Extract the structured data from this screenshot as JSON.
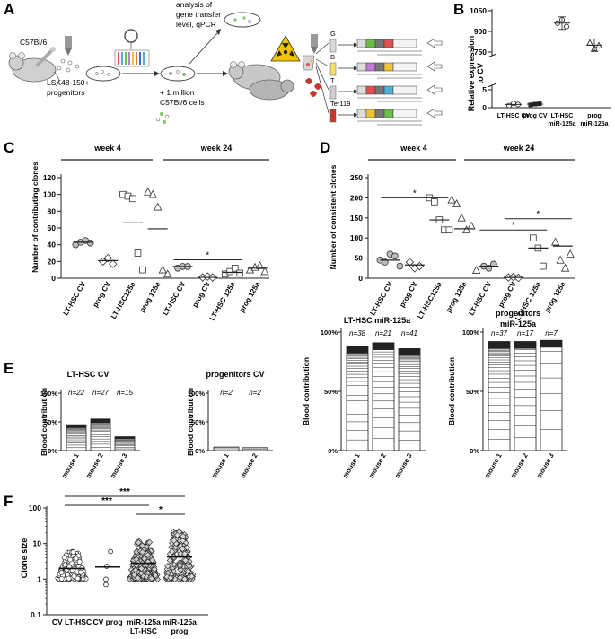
{
  "panels": {
    "A": {
      "letter": "A",
      "mouse_strain": "C57Bl/6",
      "cells_label_1": "LSK48-150+",
      "cells_label_2": "progenitors",
      "analysis_1": "analysis of",
      "analysis_2": "gene transfer",
      "analysis_3": "level, qPCR",
      "add_cells": "+ 1 million",
      "add_cells_2": "C57Bl/6 cells",
      "lineages": [
        "G",
        "B",
        "T",
        "Ter119"
      ],
      "vector_colors": [
        "#6abf4b",
        "#c17ad6",
        "#e05252",
        "#f0c23a",
        "#4fb0d9"
      ]
    },
    "B": {
      "letter": "B",
      "ylabel_1": "Relative expression",
      "ylabel_2": "to CV",
      "yticks": [
        "1050",
        "900",
        "750",
        "5",
        "0"
      ],
      "categories": [
        "LT-HSC CV",
        "prog CV",
        "LT-HSC miR-125a",
        "prog miR-125a"
      ]
    },
    "C": {
      "letter": "C",
      "ylabel": "Number of contributing clones",
      "week4": "week 4",
      "week24": "week 24",
      "yticks": [
        "120",
        "100",
        "80",
        "60",
        "40",
        "20",
        "0"
      ],
      "categories": [
        "LT-HSC CV",
        "prog CV",
        "LT-HSC125a",
        "prog 125a",
        "LT-HSC CV",
        "prog CV",
        "LT-HSC 125a",
        "prog 125a"
      ],
      "star": "*"
    },
    "D": {
      "letter": "D",
      "ylabel": "Number of consistent clones",
      "week4": "week 4",
      "week24": "week 24",
      "yticks": [
        "250",
        "200",
        "150",
        "100",
        "50",
        "0"
      ],
      "categories": [
        "LT-HSC CV",
        "prog CV",
        "LT-HSC125a",
        "prog 125a",
        "LT-HSC CV",
        "prog CV",
        "LT-HSC 125a",
        "prog 125a"
      ],
      "star": "*"
    },
    "E": {
      "letter": "E",
      "ylabel": "Blood contribution",
      "yticks": [
        "100%",
        "50%",
        "0%"
      ],
      "groups": [
        {
          "title": "LT-HSC CV",
          "title2": "",
          "mice": [
            "mouse 1",
            "mouse 2",
            "mouse 3"
          ],
          "n": [
            "n=22",
            "n=27",
            "n=15"
          ]
        },
        {
          "title": "progenitors CV",
          "title2": "",
          "mice": [
            "mouse 1",
            "mouse 2"
          ],
          "n": [
            "n=2",
            "n=2"
          ]
        },
        {
          "title": "LT-HSC miR-125a",
          "title2": "",
          "mice": [
            "mouse 1",
            "mouse 2",
            "mouse 3"
          ],
          "n": [
            "n=38",
            "n=21",
            "n=41"
          ]
        },
        {
          "title": "progenitors",
          "title2": "miR-125a",
          "mice": [
            "mouse 1",
            "mouse 2",
            "mouse 3"
          ],
          "n": [
            "n=37",
            "n=17",
            "n=7"
          ]
        }
      ]
    },
    "F": {
      "letter": "F",
      "ylabel": "Clone size",
      "yticks": [
        "100",
        "10",
        "1",
        "0.1"
      ],
      "categories": [
        {
          "l1": "CV LT-HSC",
          "l2": ""
        },
        {
          "l1": "CV prog",
          "l2": ""
        },
        {
          "l1": "miR-125a",
          "l2": "LT-HSC"
        },
        {
          "l1": "miR-125a",
          "l2": "prog"
        }
      ],
      "sig": [
        "***",
        "***",
        "*"
      ]
    }
  },
  "chart_data": [
    {
      "panel": "B",
      "type": "scatter",
      "ylabel": "Relative expression to CV",
      "categories": [
        "LT-HSC CV",
        "prog CV",
        "LT-HSC miR-125a",
        "prog miR-125a"
      ],
      "values": [
        [
          0.6,
          1.2,
          0.9
        ],
        [
          0.8,
          1.0,
          1.1
        ],
        [
          960,
          985,
          935
        ],
        [
          820,
          780,
          800
        ]
      ],
      "means": [
        0.9,
        1.0,
        960,
        800
      ],
      "y_breaks": [
        "0-5",
        "750-1050"
      ]
    },
    {
      "panel": "C",
      "type": "scatter",
      "ylabel": "Number of contributing clones",
      "ylim": [
        0,
        120
      ],
      "groups": [
        "week 4",
        "week 24"
      ],
      "categories": [
        "LT-HSC CV",
        "prog CV",
        "LT-HSC125a",
        "prog 125a",
        "LT-HSC CV",
        "prog CV",
        "LT-HSC 125a",
        "prog 125a"
      ],
      "values": [
        [
          40,
          43,
          45,
          42
        ],
        [
          20,
          24,
          17
        ],
        [
          100,
          98,
          95,
          30,
          10
        ],
        [
          103,
          100,
          85,
          10,
          5
        ],
        [
          12,
          14,
          14
        ],
        [
          1,
          2,
          1
        ],
        [
          5,
          8,
          12,
          6
        ],
        [
          10,
          13,
          15,
          8
        ]
      ],
      "means": [
        43,
        21,
        66,
        59,
        14,
        1,
        7,
        12
      ],
      "significance": [
        {
          "between": [
            4,
            6
          ],
          "label": "*",
          "y": 22
        }
      ]
    },
    {
      "panel": "D",
      "type": "scatter",
      "ylabel": "Number of consistent clones",
      "ylim": [
        0,
        250
      ],
      "groups": [
        "week 4",
        "week 24"
      ],
      "categories": [
        "LT-HSC CV",
        "prog CV",
        "LT-HSC125a",
        "prog 125a",
        "LT-HSC CV",
        "prog CV",
        "LT-HSC 125a",
        "prog 125a"
      ],
      "values": [
        [
          45,
          40,
          60,
          55,
          30
        ],
        [
          40,
          25,
          30
        ],
        [
          200,
          190,
          145,
          120,
          120
        ],
        [
          195,
          185,
          150,
          120,
          130,
          20
        ],
        [
          30,
          25,
          35
        ],
        [
          2,
          3,
          1
        ],
        [
          100,
          75,
          30
        ],
        [
          90,
          45,
          25,
          60
        ]
      ],
      "means": [
        45,
        33,
        145,
        123,
        30,
        2,
        75,
        80
      ],
      "significance": [
        {
          "between": [
            0,
            2
          ],
          "label": "*",
          "y": 200
        },
        {
          "between": [
            4,
            6
          ],
          "label": "*",
          "y": 120
        },
        {
          "between": [
            5,
            7
          ],
          "label": "*",
          "y": 148
        }
      ]
    },
    {
      "panel": "E",
      "type": "bar",
      "ylabel": "Blood contribution",
      "ylim": [
        0,
        100
      ],
      "groups": [
        {
          "title": "LT-HSC CV",
          "mice": [
            "mouse 1",
            "mouse 2",
            "mouse 3"
          ],
          "n": [
            22,
            27,
            15
          ],
          "total_percent": [
            45,
            55,
            24
          ]
        },
        {
          "title": "progenitors CV",
          "mice": [
            "mouse 1",
            "mouse 2"
          ],
          "n": [
            2,
            2
          ],
          "total_percent": [
            6,
            5
          ]
        },
        {
          "title": "LT-HSC miR-125a",
          "mice": [
            "mouse 1",
            "mouse 2",
            "mouse 3"
          ],
          "n": [
            38,
            21,
            41
          ],
          "total_percent": [
            88,
            91,
            86
          ]
        },
        {
          "title": "progenitors miR-125a",
          "mice": [
            "mouse 1",
            "mouse 2",
            "mouse 3"
          ],
          "n": [
            37,
            17,
            7
          ],
          "total_percent": [
            92,
            92,
            93
          ]
        }
      ]
    },
    {
      "panel": "F",
      "type": "scatter",
      "ylabel": "Clone size",
      "yscale": "log",
      "ylim": [
        0.1,
        100
      ],
      "categories": [
        "CV LT-HSC",
        "CV prog",
        "miR-125a LT-HSC",
        "miR-125a prog"
      ],
      "medians": [
        2,
        2.2,
        2.8,
        4.2
      ],
      "cv_prog_values": [
        6,
        2.3,
        1.0,
        0.7
      ],
      "significance": [
        {
          "between": [
            0,
            3
          ],
          "label": "***"
        },
        {
          "between": [
            0,
            2
          ],
          "label": "***"
        },
        {
          "between": [
            2,
            3
          ],
          "label": "*"
        }
      ]
    }
  ]
}
